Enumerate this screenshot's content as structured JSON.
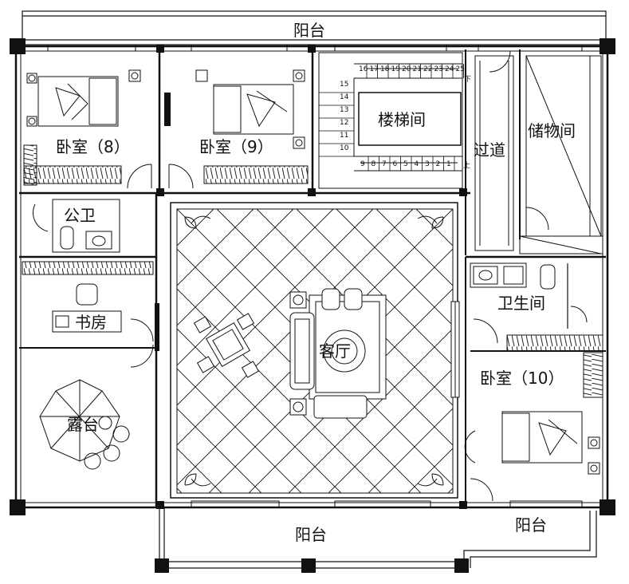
{
  "rooms": {
    "balcony_top": "阳台",
    "bedroom8": "卧室（8）",
    "bedroom9": "卧室（9）",
    "stairwell": "楼梯间",
    "corridor": "过道",
    "storage": "储物间",
    "public_wc": "公卫",
    "study": "书房",
    "living": "客厅",
    "bathroom": "卫生间",
    "bedroom10": "卧室（10）",
    "terrace": "露台",
    "balcony_bottom": "阳台",
    "balcony_bottom_right": "阳台"
  },
  "stairs": {
    "upper_steps": [
      "16",
      "17",
      "18",
      "19",
      "20",
      "21",
      "22",
      "23",
      "24",
      "25"
    ],
    "left_steps": [
      "15",
      "14",
      "13",
      "12",
      "11",
      "10"
    ],
    "lower_steps": [
      "9",
      "8",
      "7",
      "6",
      "5",
      "4",
      "3",
      "2",
      "1"
    ],
    "down_mark": "下",
    "up_mark": "上"
  }
}
